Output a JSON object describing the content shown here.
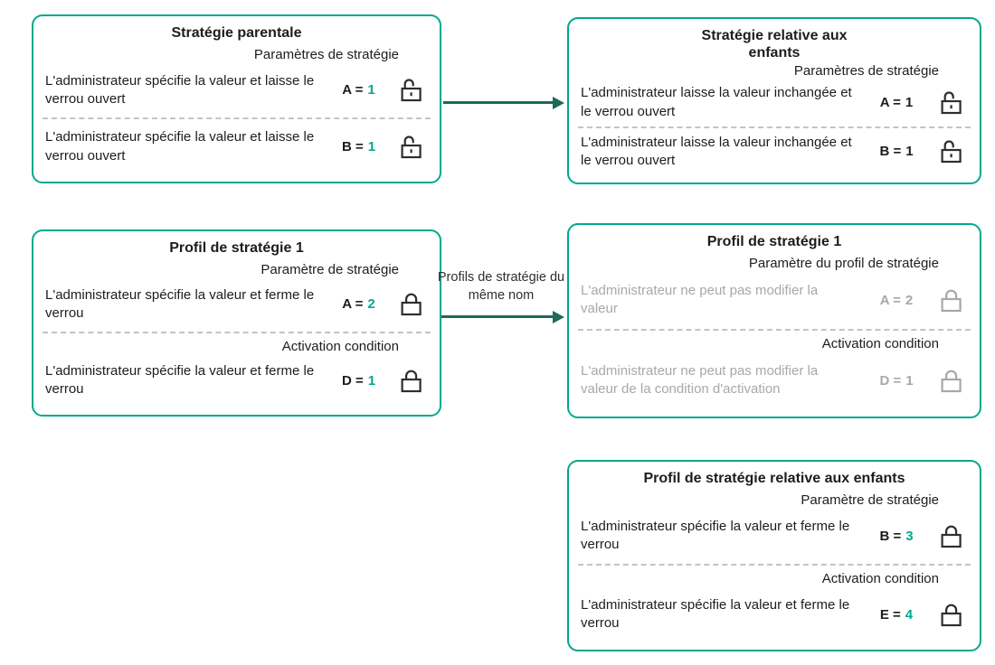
{
  "diagram": {
    "colors": {
      "accent": "#00a88e",
      "arrow": "#1e6957",
      "text": "#1d1d1b",
      "muted": "#a8a8a8",
      "divider": "#c4c4c4"
    },
    "boxes": [
      {
        "title": "Stratégie parentale",
        "subtitle": "Paramètres de stratégie",
        "rows": [
          {
            "text": "L'administrateur spécifie la valeur et laisse le verrou ouvert",
            "key": "A =",
            "value": "1",
            "lock": "open"
          },
          {
            "text": "L'administrateur spécifie la valeur et laisse le verrou ouvert",
            "key": "B =",
            "value": "1",
            "lock": "open"
          }
        ]
      },
      {
        "title": "Stratégie relative aux enfants",
        "subtitle": "Paramètres de stratégie",
        "rows": [
          {
            "text": "L'administrateur laisse la valeur inchangée et le verrou ouvert",
            "key": "A =",
            "value": "1",
            "lock": "open"
          },
          {
            "text": "L'administrateur laisse la valeur inchangée et le verrou ouvert",
            "key": "B =",
            "value": "1",
            "lock": "open"
          }
        ]
      },
      {
        "title": "Profil de stratégie 1",
        "subtitle": "Paramètre de stratégie",
        "section2_label": "Activation condition",
        "rows": [
          {
            "text": "L'administrateur spécifie la valeur et ferme le verrou",
            "key": "A =",
            "value": "2",
            "lock": "closed"
          },
          {
            "text": "L'administrateur spécifie la valeur et ferme le verrou",
            "key": "D =",
            "value": "1",
            "lock": "closed"
          }
        ]
      },
      {
        "title": "Profil de stratégie 1",
        "subtitle": "Paramètre du profil de stratégie",
        "section2_label": "Activation condition",
        "rows": [
          {
            "text": "L'administrateur ne peut pas modifier la valeur",
            "key": "A =",
            "value": "2",
            "lock": "closed",
            "muted": true
          },
          {
            "text": "L'administrateur ne peut pas modifier  la valeur de la condition d'activation",
            "key": "D =",
            "value": "1",
            "lock": "closed",
            "muted": true
          }
        ]
      },
      {
        "title": "Profil de stratégie relative aux enfants",
        "subtitle": "Paramètre de stratégie",
        "section2_label": "Activation condition",
        "rows": [
          {
            "text": "L'administrateur spécifie la valeur et ferme le verrou",
            "key": "B =",
            "value": "3",
            "lock": "closed"
          },
          {
            "text": "L'administrateur spécifie la valeur et ferme le verrou",
            "key": "E =",
            "value": "4",
            "lock": "closed"
          }
        ]
      }
    ],
    "arrows": [
      {
        "label": ""
      },
      {
        "label": "Profils de stratégie du même nom"
      }
    ]
  }
}
